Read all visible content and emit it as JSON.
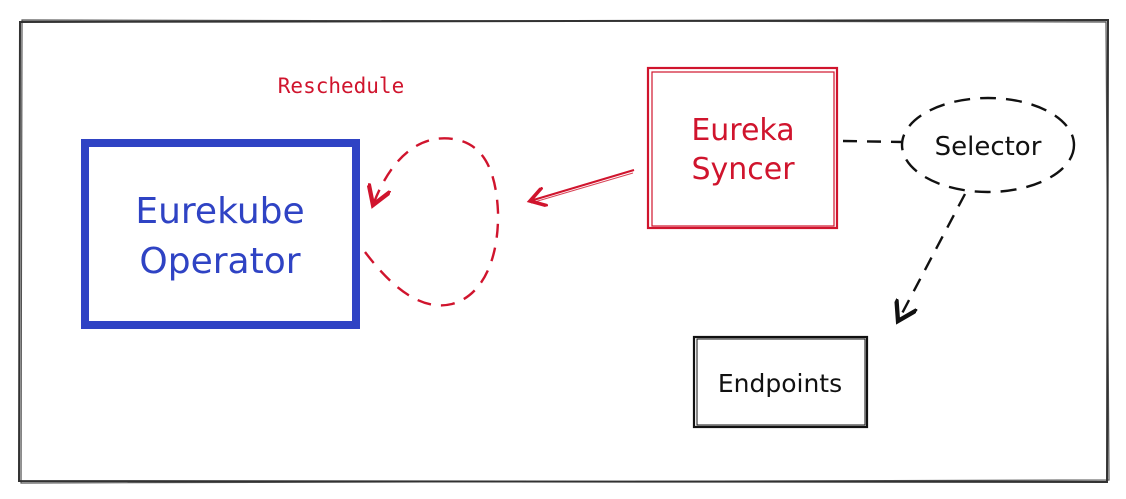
{
  "nodes": {
    "eurekube_operator": {
      "line1": "Eurekube",
      "line2": "Operator"
    },
    "eureka_syncer": {
      "line1": "Eureka",
      "line2": "Syncer"
    },
    "selector": {
      "label": "Selector"
    },
    "endpoints": {
      "label": "Endpoints"
    }
  },
  "edges": {
    "reschedule": {
      "label": "Reschedule"
    }
  },
  "colors": {
    "operator": "#2f43c4",
    "syncer": "#d0142d",
    "reschedule": "#d0142d",
    "neutral": "#111111",
    "frame": "#333333"
  }
}
